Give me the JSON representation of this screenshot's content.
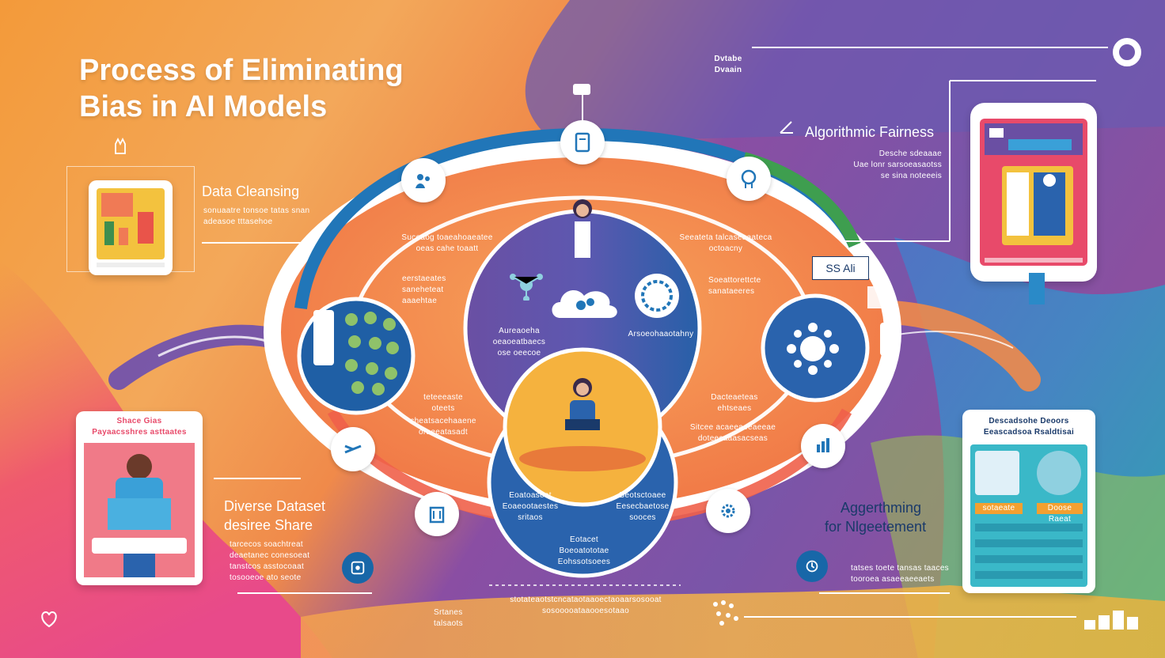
{
  "title_line1": "Process of Eliminating",
  "title_line2": "Bias in AI Models",
  "top_right_caption": [
    "Dvtabe",
    "Dvaain"
  ],
  "sections": {
    "data_cleansing": {
      "label": "Data Cleansing",
      "lines": [
        "sonuaatre tonsoe tatas snan",
        "adeasoe tttasehoe"
      ]
    },
    "algorithmic_fairness": {
      "label": "Algorithmic Fairness",
      "lines": [
        "Desche sdeaaae",
        "Uae lonr sarsoeasaotss",
        "se sina noteeeis"
      ]
    },
    "diverse_dataset": {
      "label_line1": "Diverse Dataset",
      "label_line2": "desiree Share",
      "lines": [
        "tarcecos soachtreat",
        "deaetanec conesoeat",
        "tanstcos asstocoaat",
        "tosooeoe ato seote"
      ]
    },
    "monitoring": {
      "label_line1": "Aggerthming",
      "label_line2": "for Nlgeetement",
      "lines": [
        "tatses toete tansas taaces",
        "tooroea asaeeaeeaets"
      ]
    }
  },
  "left_card": {
    "caption_line1": "Shace Gias",
    "caption_line2": "Payaacsshres asttaates"
  },
  "right_card": {
    "caption_line1": "Descadsohe Deoors",
    "caption_line2": "Eeascadsoa Rsaldtisai",
    "btn_left": "sotaeate",
    "btn_right": "Doose Raeat"
  },
  "ring_notes": {
    "upper_left": [
      "Sucoaog toaeahoaeatee",
      "oeas cahe toaatt"
    ],
    "left_mid": [
      "eerstaeates",
      "saneheteat",
      "aaaehtae"
    ],
    "upper_right": [
      "Seeateta talcaseaaateca",
      "octoacny"
    ],
    "right_mid": [
      "Soeattorettcte",
      "sanataeeres"
    ],
    "lower_left": [
      "teteeeaste",
      "oteets"
    ],
    "lower_left2": [
      "cheatsacehaaene",
      "oraeeatasadt"
    ],
    "lower_right": [
      "Dacteaeteas",
      "ehtseaes"
    ],
    "lower_right2": [
      "Sitcee acaeeaeeaeeae",
      "doteecaaasacseas"
    ]
  },
  "center": {
    "left_text": [
      "Aureaoeha oeaoeatbaecs",
      "ose oeecoe"
    ],
    "right_text": "Arsoeohaaotahny",
    "bottom_left": [
      "Eoatoaseet",
      "Eoaeootaestes",
      "sritaos"
    ],
    "bottom_right": [
      "Beotsctoaee",
      "Eesecbaetose",
      "sooces"
    ],
    "bottom_center": [
      "Eotacet",
      "Boeoatototae",
      "Eohssotsoees"
    ],
    "tag": "SS Ali"
  },
  "bottom_caption": [
    "stotateaotstcncataotaaoectaoaarsosooat",
    "sosooooataaooesotaao"
  ],
  "bottom_left_caption": [
    "Srtanes",
    "talsaots"
  ],
  "colors": {
    "ring_blue": "#2176b8",
    "ring_green": "#3e9e4f",
    "inner_purple": "#6a4fa3",
    "inner_blue": "#2760a8",
    "navy_text": "#1a3a6a"
  }
}
